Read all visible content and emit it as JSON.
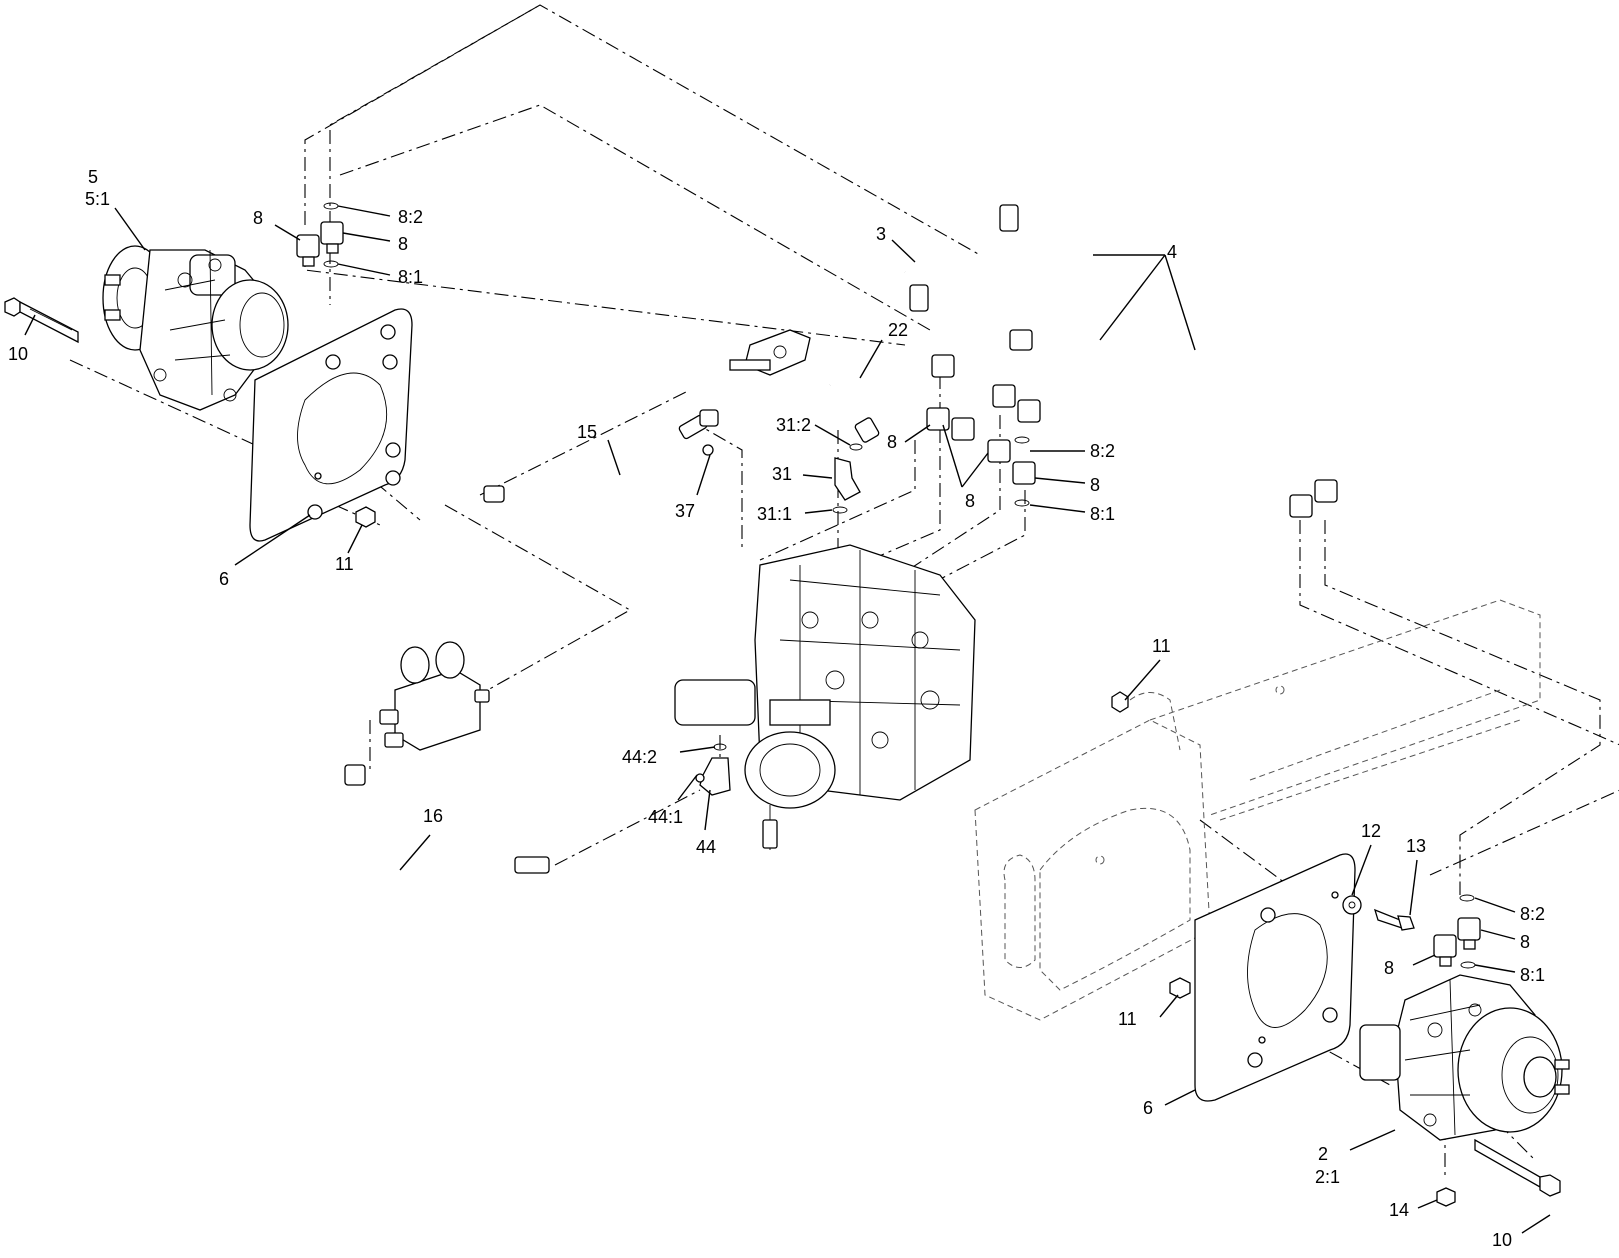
{
  "callouts": {
    "c5": "5",
    "c5_1": "5:1",
    "c8_left": "8",
    "c8_2_left": "8:2",
    "c8_mid_left": "8",
    "c8_1_left": "8:1",
    "c10_left": "10",
    "c3": "3",
    "c4": "4",
    "c22": "22",
    "c15": "15",
    "c31_2": "31:2",
    "c8_center": "8",
    "c8_2_center": "8:2",
    "c31": "31",
    "c8_center_b": "8",
    "c8_center_r": "8",
    "c37": "37",
    "c31_1": "31:1",
    "c8_1_center": "8:1",
    "c6_left": "6",
    "c11_left": "11",
    "c11_mid": "11",
    "c44_2": "44:2",
    "c16": "16",
    "c44_1": "44:1",
    "c44": "44",
    "c12": "12",
    "c13": "13",
    "c8_2_right": "8:2",
    "c8_right": "8",
    "c8_right_b": "8",
    "c8_1_right": "8:1",
    "c11_right": "11",
    "c6_right": "6",
    "c2": "2",
    "c2_1": "2:1",
    "c14": "14",
    "c10_right": "10"
  }
}
